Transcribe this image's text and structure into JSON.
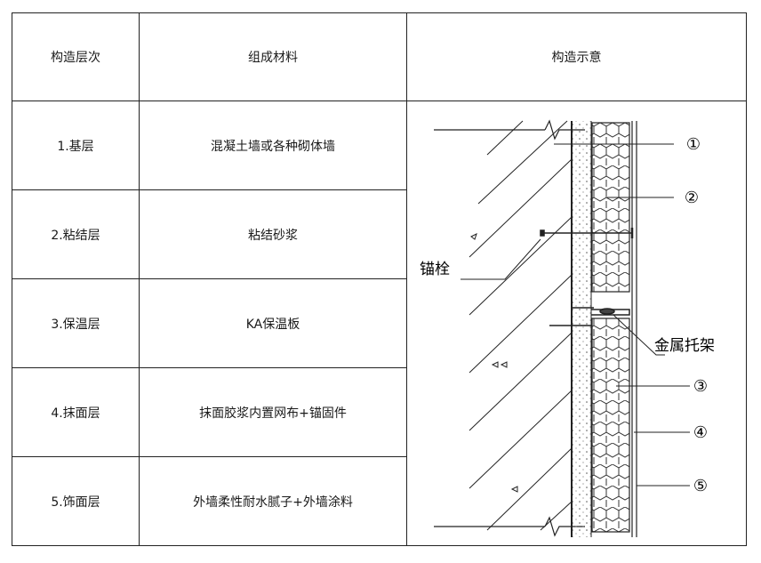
{
  "table": {
    "headers": {
      "layer": "构造层次",
      "material": "组成材料",
      "diagram": "构造示意"
    },
    "rows": [
      {
        "layer": "1.基层",
        "material": "混凝土墙或各种砌体墙"
      },
      {
        "layer": "2.粘结层",
        "material": "粘结砂浆"
      },
      {
        "layer": "3.保温层",
        "material": "KA保温板"
      },
      {
        "layer": "4.抹面层",
        "material": "抹面胶浆内置网布+锚固件"
      },
      {
        "layer": "5.饰面层",
        "material": "外墙柔性耐水腻子+外墙涂料"
      }
    ]
  },
  "diagram": {
    "labels": {
      "anchor": "锚栓",
      "bracket": "金属托架",
      "n1": "①",
      "n2": "②",
      "n3": "③",
      "n4": "④",
      "n5": "⑤"
    }
  }
}
